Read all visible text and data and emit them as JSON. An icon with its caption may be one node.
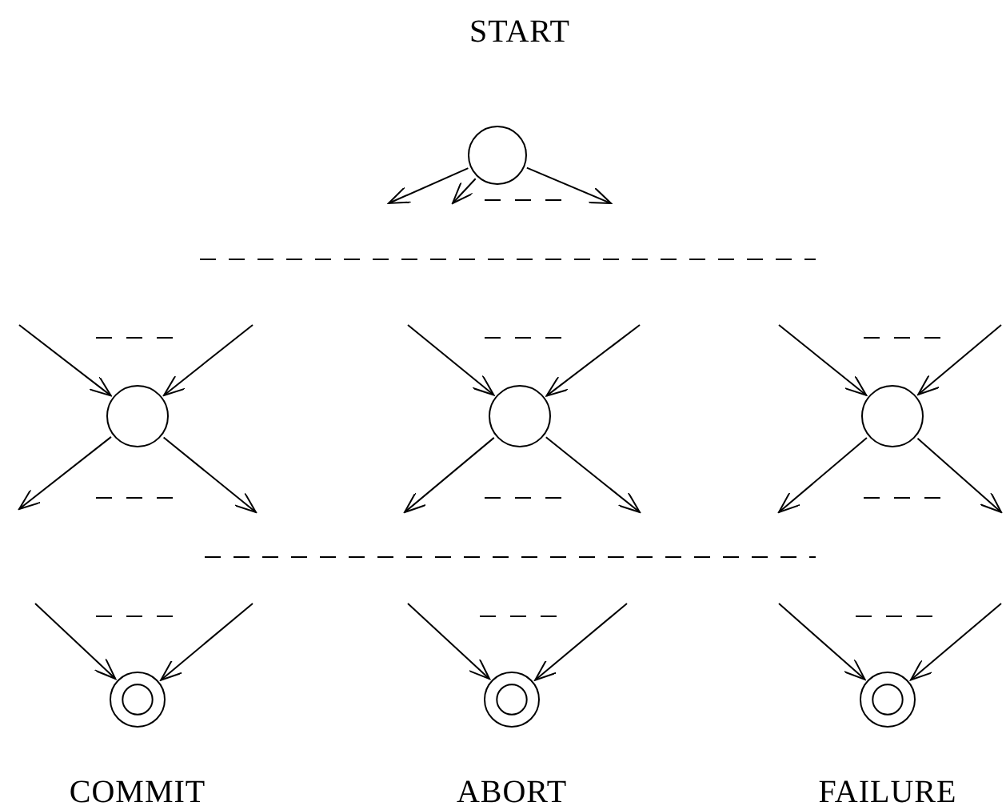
{
  "diagram": {
    "nodes": [
      {
        "text": [
          "START"
        ]
      },
      {
        "text": [],
        "shape": "circle"
      },
      {
        "text": [],
        "shape": "circle"
      },
      {
        "text": [],
        "shape": "circle"
      },
      {
        "text": [
          "COMMIT"
        ]
      },
      {
        "text": [
          "ABORT"
        ]
      },
      {
        "text": [
          "FAILURE"
        ]
      }
    ],
    "edges": [
      {
        "from": 0,
        "to": null,
        "arrow": "to"
      },
      {
        "from": 0,
        "to": null,
        "arrow": "to"
      },
      {
        "from": 0,
        "to": null,
        "arrow": "to"
      },
      {
        "from": null,
        "to": 1,
        "arrow": "to"
      },
      {
        "from": null,
        "to": 1,
        "arrow": "to"
      },
      {
        "from": 1,
        "to": null,
        "arrow": "to"
      },
      {
        "from": 1,
        "to": null,
        "arrow": "to"
      },
      {
        "from": null,
        "to": 2,
        "arrow": "to"
      },
      {
        "from": null,
        "to": 2,
        "arrow": "to"
      },
      {
        "from": 2,
        "to": null,
        "arrow": "to"
      },
      {
        "from": 2,
        "to": null,
        "arrow": "to"
      },
      {
        "from": null,
        "to": 3,
        "arrow": "to"
      },
      {
        "from": null,
        "to": 3,
        "arrow": "to"
      },
      {
        "from": 3,
        "to": null,
        "arrow": "to"
      },
      {
        "from": 3,
        "to": null,
        "arrow": "to"
      },
      {
        "from": null,
        "to": 4,
        "arrow": "to"
      },
      {
        "from": null,
        "to": 4,
        "arrow": "to"
      },
      {
        "from": null,
        "to": 5,
        "arrow": "to"
      },
      {
        "from": null,
        "to": 5,
        "arrow": "to"
      },
      {
        "from": null,
        "to": 6,
        "arrow": "to"
      },
      {
        "from": null,
        "to": 6,
        "arrow": "to"
      }
    ]
  }
}
